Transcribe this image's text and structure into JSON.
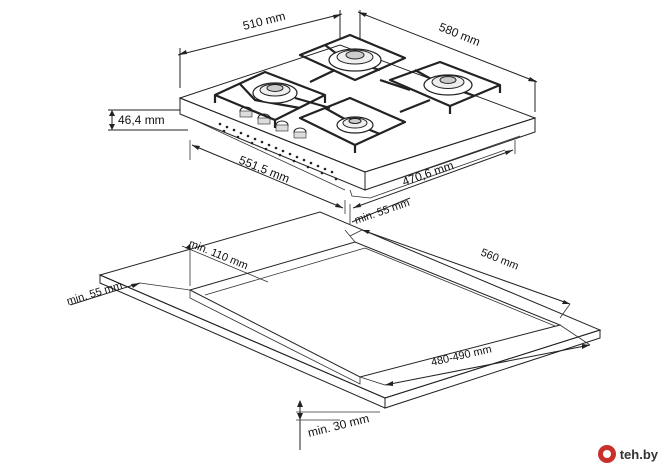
{
  "hob": {
    "width_label": "510 mm",
    "depth_label": "580 mm",
    "height_label": "46,4 mm",
    "inner_width_label": "551,5 mm",
    "inner_depth_label": "470,6 mm"
  },
  "cutout": {
    "front_min_label": "min. 55 mm",
    "back_min_label": "min. 110 mm",
    "side_min_label": "min. 55 mm",
    "depth_label": "560 mm",
    "width_label": "480-490 mm",
    "below_min_label": "min. 30 mm"
  },
  "watermark": {
    "text": "teh.by"
  },
  "colors": {
    "line": "#222222",
    "watermark_badge": "#c9302c"
  }
}
